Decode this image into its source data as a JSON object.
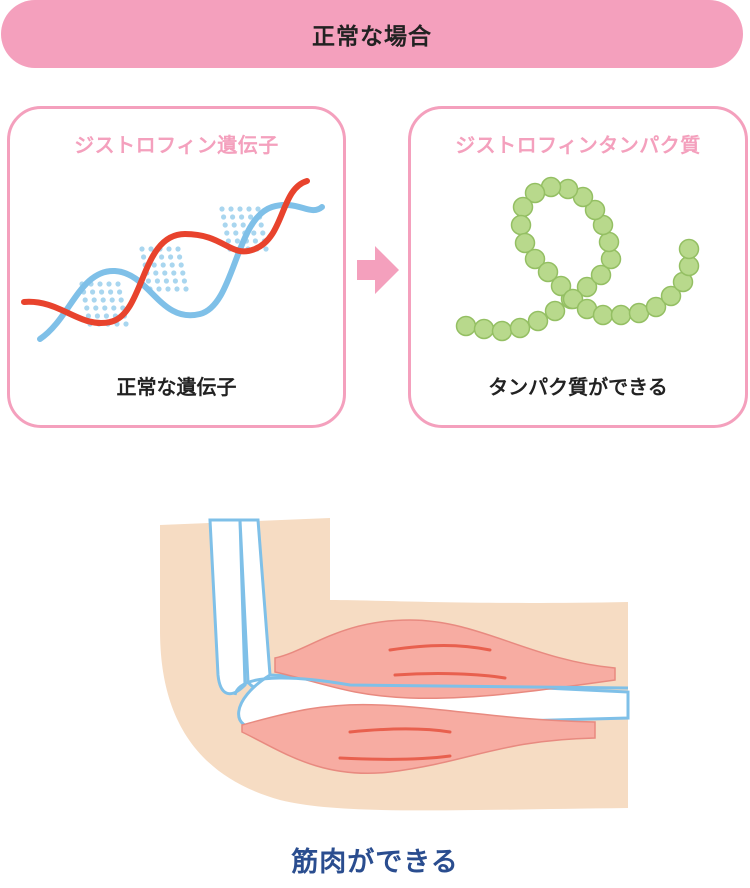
{
  "header": {
    "title": "正常な場合"
  },
  "left_panel": {
    "title": "ジストロフィン遺伝子",
    "caption": "正常な遺伝子",
    "icon": "dna-double-helix-icon"
  },
  "arrow": {
    "icon": "right-arrow-icon"
  },
  "right_panel": {
    "title": "ジストロフィンタンパク質",
    "caption": "タンパク質ができる",
    "icon": "protein-chain-icon"
  },
  "bottom": {
    "caption": "筋肉ができる",
    "icon": "arm-muscle-icon"
  },
  "colors": {
    "pink": "#f4a0bd",
    "dna_red": "#e8432d",
    "dna_blue": "#7fc0e8",
    "protein_green": "#b8d98c",
    "skin": "#f6dcc3",
    "muscle": "#f7aca2",
    "caption_blue": "#2a4d8f"
  }
}
